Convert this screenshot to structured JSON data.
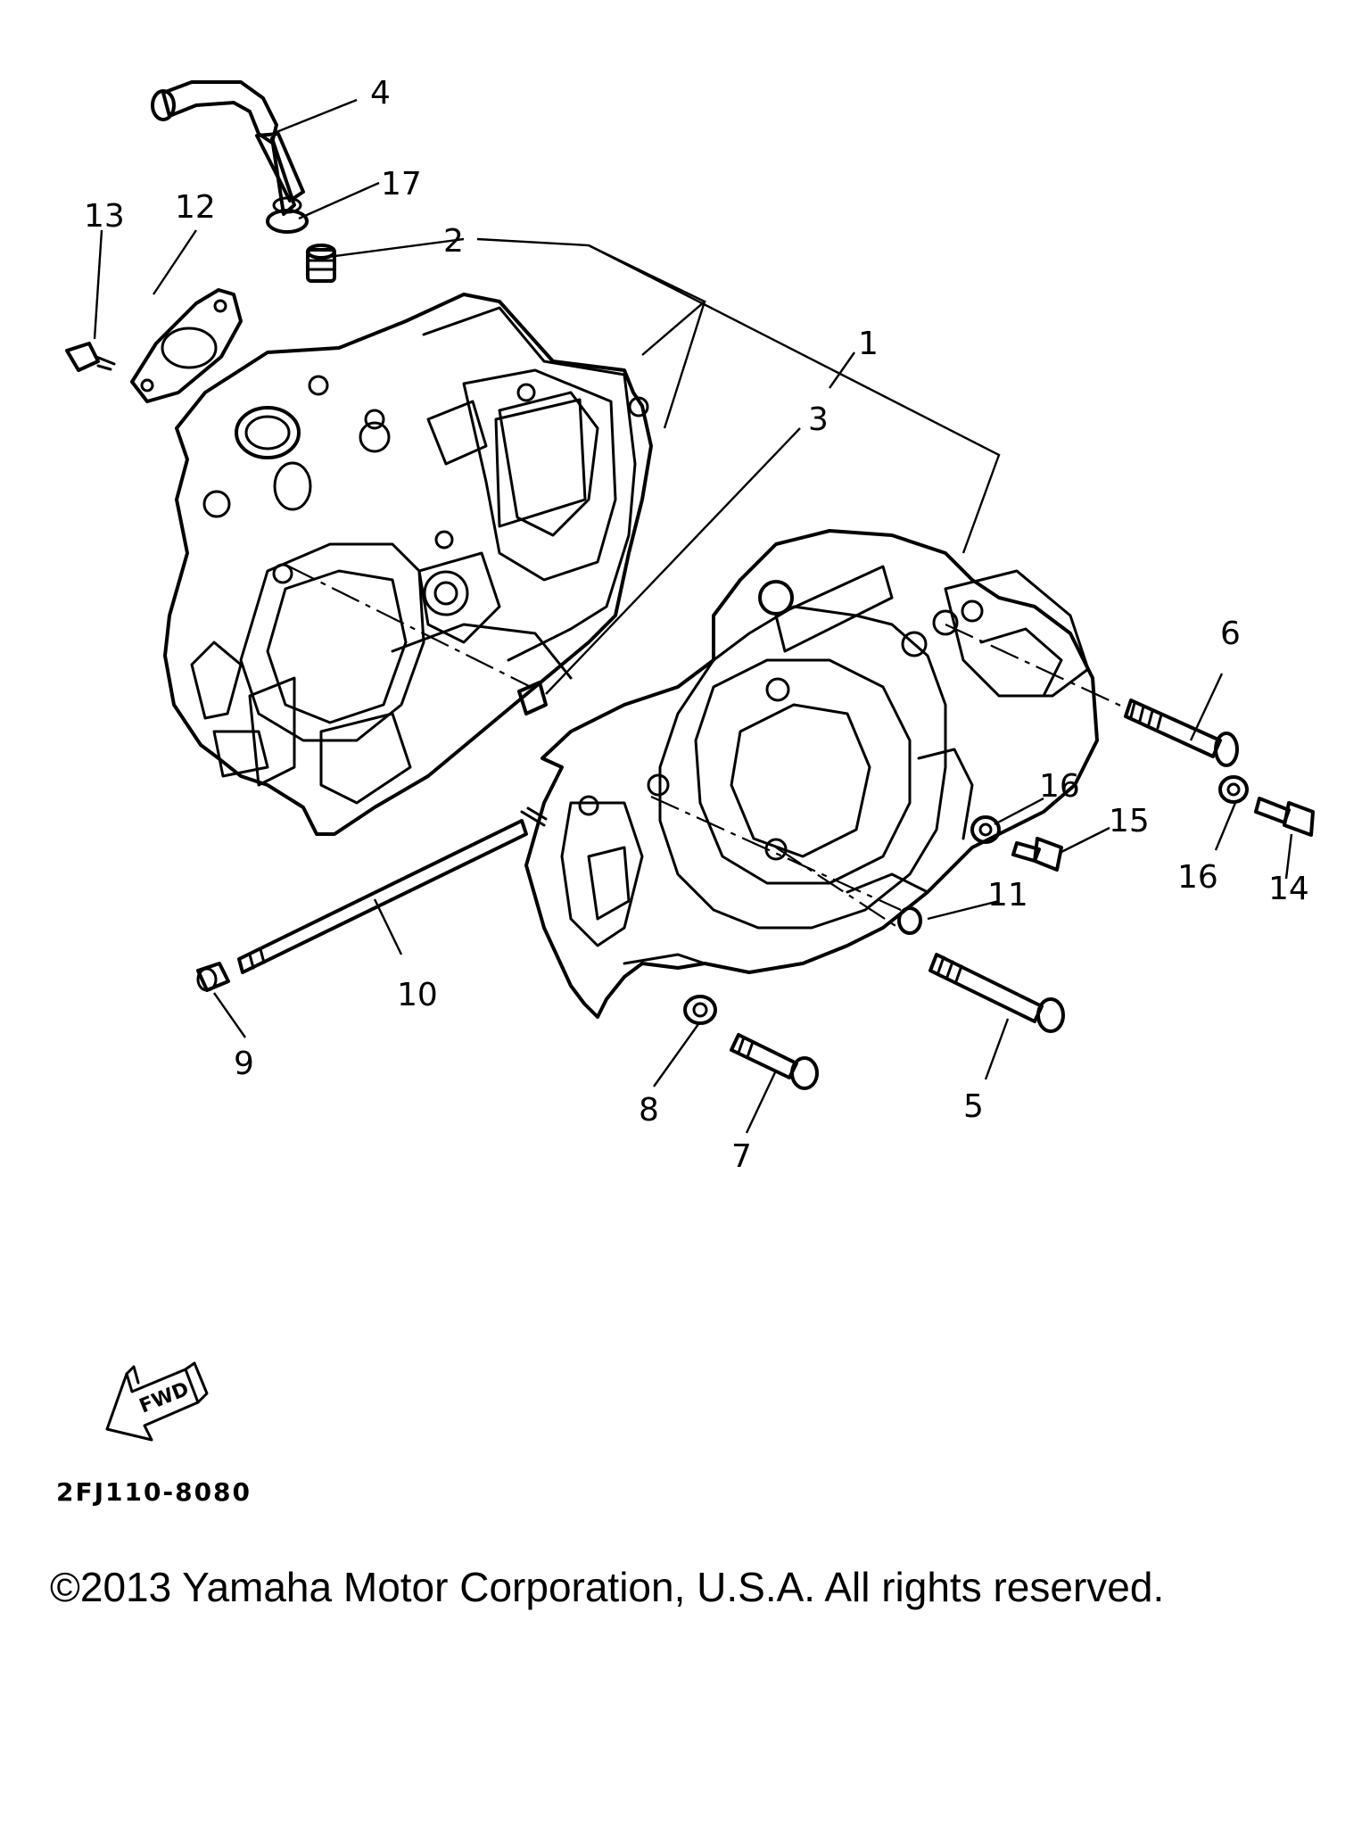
{
  "callouts": [
    "1",
    "2",
    "3",
    "4",
    "5",
    "6",
    "7",
    "8",
    "9",
    "10",
    "11",
    "12",
    "13",
    "14",
    "15",
    "16",
    "16",
    "17"
  ],
  "fwd_label": "FWD",
  "diagram_code": "2FJ110-8080",
  "copyright": "©2013 Yamaha Motor Corporation, U.S.A. All rights reserved."
}
